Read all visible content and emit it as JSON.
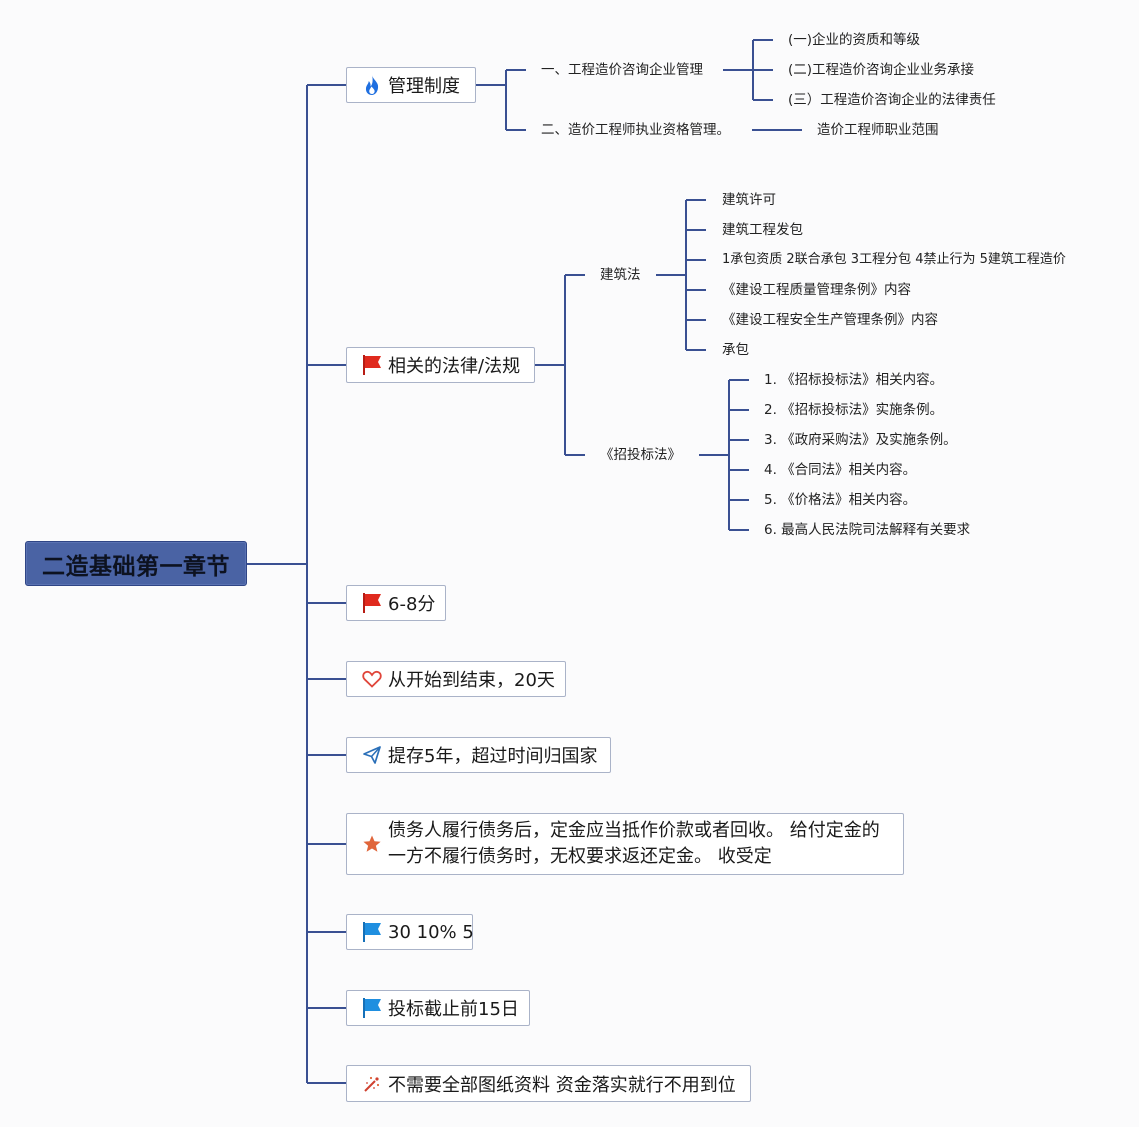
{
  "root": {
    "title": "二造基础第一章节"
  },
  "branches": {
    "b1": {
      "label": "管理制度",
      "icon": "fire-icon",
      "children": {
        "c1": {
          "label": "一、工程造价咨询企业管理",
          "leaves": [
            "(一)企业的资质和等级",
            "(二)工程造价咨询企业业务承接",
            "(三）工程造价咨询企业的法律责任"
          ]
        },
        "c2": {
          "label": "二、造价工程师执业资格管理。",
          "leaves": [
            "造价工程师职业范围"
          ]
        }
      }
    },
    "b2": {
      "label": "相关的法律/法规",
      "icon": "red-flag-icon",
      "children": {
        "c1": {
          "label": "建筑法",
          "leaves": [
            "建筑许可",
            "建筑工程发包",
            "1承包资质 2联合承包 3工程分包 4禁止行为 5建筑工程造价",
            "《建设工程质量管理条例》内容",
            "《建设工程安全生产管理条例》内容",
            "承包"
          ]
        },
        "c2": {
          "label": "《招投标法》",
          "leaves": [
            "1. 《招标投标法》相关内容。",
            "2. 《招标投标法》实施条例。",
            "3. 《政府采购法》及实施条例。",
            "4. 《合同法》相关内容。",
            "5. 《价格法》相关内容。",
            "6. 最高人民法院司法解释有关要求"
          ]
        }
      }
    },
    "b3": {
      "label": "6-8分",
      "icon": "red-flag-icon"
    },
    "b4": {
      "label": "从开始到结束，20天",
      "icon": "heart-icon"
    },
    "b5": {
      "label": "提存5年，超过时间归国家",
      "icon": "paper-plane-icon"
    },
    "b6": {
      "line1": "债务人履行债务后，定金应当抵作价款或者回收。 给付定金的",
      "line2": "一方不履行债务时，无权要求返还定金。 收受定",
      "icon": "star-icon"
    },
    "b7": {
      "label": "30 10% 5",
      "icon": "blue-flag-icon"
    },
    "b8": {
      "label": "投标截止前15日",
      "icon": "blue-flag-icon"
    },
    "b9": {
      "label": "不需要全部图纸资料 资金落实就行不用到位",
      "icon": "sparkle-icon"
    }
  },
  "colors": {
    "root_fill": "#4a63a4",
    "connector": "#3a5092",
    "red_flag": "#e02a1e",
    "blue_flag": "#1f8fe0",
    "fire": "#1f6fe0",
    "star": "#e0653a"
  }
}
